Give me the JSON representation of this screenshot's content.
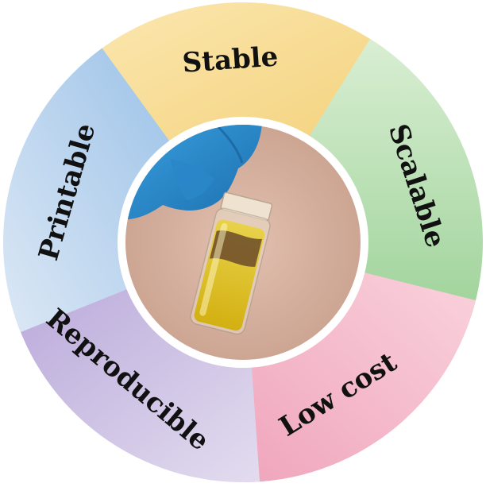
{
  "segments": [
    {
      "label": "Stable",
      "color": "#f7dd9a"
    },
    {
      "label": "Scalable",
      "color": "#bfe3b9"
    },
    {
      "label": "Low cost",
      "color": "#f5bfcf"
    },
    {
      "label": "Reproducible",
      "color": "#c9bde2"
    },
    {
      "label": "Printable",
      "color": "#b9d4ee"
    }
  ],
  "center": {
    "photo_subject": "gloved-hand-holding-vial-icon",
    "glove_color": "#2f8fd0",
    "liquid_color": "#e2c21c",
    "background_color": "#d8b4a4"
  }
}
